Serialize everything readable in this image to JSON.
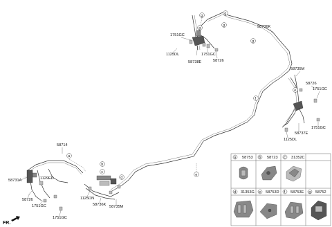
{
  "labels": {
    "p58736K_top": "58736K",
    "p1751GC_tl": "1751GC",
    "p1125DL_tl": "1125DL",
    "p1751GC_tm": "1751GC",
    "p58726_t": "58726",
    "p58738E": "58738E",
    "p58735M": "58735M",
    "p58726_r": "58726",
    "p1751GC_r1": "1751GC",
    "p1751GC_r2": "1751GC",
    "p58737E": "58737E",
    "p1125DL_r": "1125DL",
    "p58714": "58714",
    "p58731A": "58731A",
    "p1129ED": "1129ED",
    "p58726_l": "58726",
    "p1751GC_l1": "1751GC",
    "p1751GC_l2": "1751GC",
    "p1125DN": "1125DN",
    "p58736K_b": "58736K",
    "p58735M_b": "58735M",
    "fr": "FR."
  },
  "callouts": [
    "a",
    "b",
    "c",
    "d",
    "e",
    "f",
    "g"
  ],
  "legend": {
    "cells": [
      {
        "letter": "a",
        "part": "58753"
      },
      {
        "letter": "b",
        "part": "58723"
      },
      {
        "letter": "c",
        "part": "31352C"
      },
      {
        "letter": "d",
        "part": "31353G"
      },
      {
        "letter": "e",
        "part": "58753D"
      },
      {
        "letter": "f",
        "part": "58753E"
      },
      {
        "letter": "g",
        "part": "58752"
      }
    ]
  }
}
